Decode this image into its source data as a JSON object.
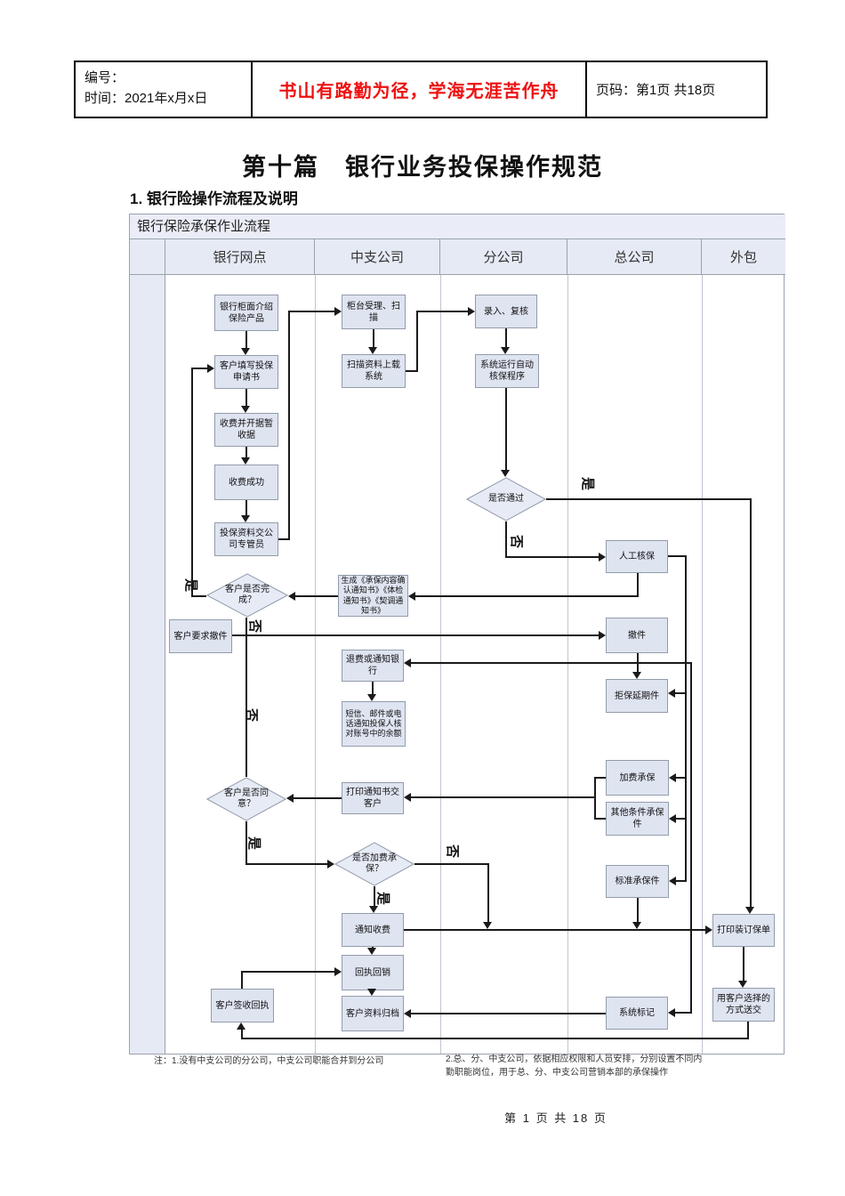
{
  "page_header": {
    "label_number": "编号：",
    "label_time": "时间：2021年x月x日",
    "motto": "书山有路勤为径，学海无涯苦作舟",
    "page_info": "页码：第1页 共18页"
  },
  "title": "第十篇　银行业务投保操作规范",
  "section_heading": "1. 银行险操作流程及说明",
  "flowchart": {
    "title": "银行保险承保作业流程",
    "columns": [
      "银行网点",
      "中支公司",
      "分公司",
      "总公司",
      "外包"
    ],
    "nodes": {
      "b1": "银行柜面介绍保险产品",
      "b2": "客户填写投保申请书",
      "b3": "收费并开据暂收据",
      "b4": "收费成功",
      "b5": "投保资料交公司专管员",
      "b6": "柜台受理、扫描",
      "b7": "扫描资料上载系统",
      "b8": "录入、复核",
      "b9": "系统运行自动核保程序",
      "b10": "人工核保",
      "b11": "生成《承保内容确认通知书》《体检通知书》《契调通知书》",
      "b12": "客户要求撤件",
      "b13": "撤件",
      "b14": "退费或通知银行",
      "b15": "拒保延期件",
      "b16": "短信、邮件或电话通知投保人核对账号中的余额",
      "b17": "打印通知书交客户",
      "b18": "加费承保",
      "b19": "其他条件承保件",
      "b20": "标准承保件",
      "b21": "通知收费",
      "b22": "打印装订保单",
      "b23": "回执回销",
      "b24": "客户签收回执",
      "b25": "客户资料归档",
      "b26": "系统标记",
      "b27": "用客户选择的方式送交"
    },
    "decisions": {
      "d1": "是否通过",
      "d2": "客户是否完成？",
      "d3": "客户是否同意？",
      "d4": "是否加费承保？"
    },
    "edge_labels": {
      "yes1": "是",
      "no1": "否",
      "yes2": "是",
      "no2": "否",
      "no3": "否",
      "yes3": "是",
      "no4": "否",
      "yes4": "是"
    }
  },
  "notes": {
    "note1": "注：1.没有中支公司的分公司，中支公司职能合并到分公司",
    "note2": "2.总、分、中支公司，依据相应权限和人员安排，分别设置不同内勤职能岗位，用于总、分、中支公司营销本部的承保操作"
  },
  "footer": {
    "page_text": "第 1 页 共 18 页"
  }
}
